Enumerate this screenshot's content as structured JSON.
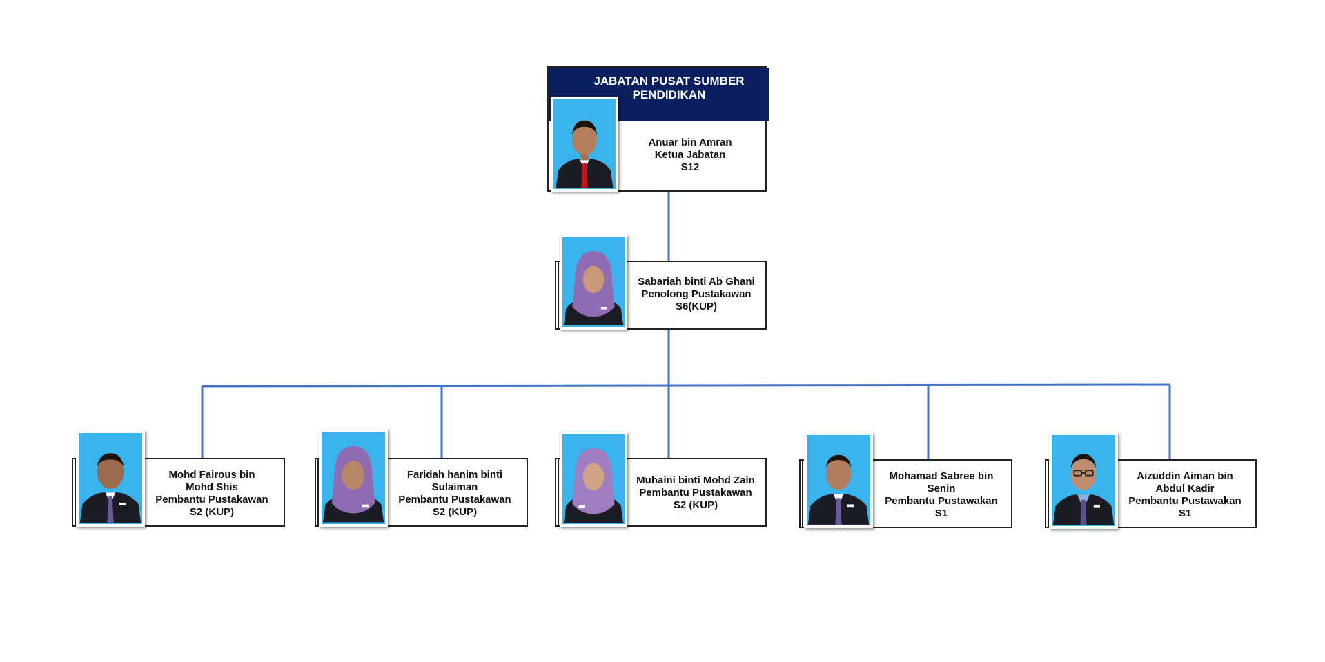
{
  "department": {
    "title_line1": "JABATAN PUSAT SUMBER",
    "title_line2": "PENDIDIKAN"
  },
  "head": {
    "name": "Anuar bin Amran",
    "role": "Ketua Jabatan",
    "grade": "S12",
    "photo_icon": "portrait-man-red-tie"
  },
  "deputy": {
    "name": "Sabariah binti Ab Ghani",
    "role": "Penolong Pustakawan",
    "grade": "S6(KUP)",
    "photo_icon": "portrait-woman-purple-hijab"
  },
  "staff": [
    {
      "name_line1": "Mohd Fairous bin",
      "name_line2": "Mohd Shis",
      "role": "Pembantu Pustakawan",
      "grade": "S2 (KUP)",
      "photo_icon": "portrait-man-striped-tie"
    },
    {
      "name_line1": "Faridah hanim binti",
      "name_line2": "Sulaiman",
      "role": "Pembantu Pustakawan",
      "grade": "S2 (KUP)",
      "photo_icon": "portrait-woman-purple-hijab"
    },
    {
      "name_line1": "Muhaini binti Mohd Zain",
      "name_line2": "",
      "role": "Pembantu Pustakawan",
      "grade": "S2 (KUP)",
      "photo_icon": "portrait-woman-purple-hijab"
    },
    {
      "name_line1": "Mohamad Sabree bin",
      "name_line2": "Senin",
      "role": "Pembantu Pustawakan",
      "grade": "S1",
      "photo_icon": "portrait-man-striped-tie"
    },
    {
      "name_line1": "Aizuddin Aiman bin",
      "name_line2": "Abdul Kadir",
      "role": "Pembantu Pustawakan",
      "grade": "S1",
      "photo_icon": "portrait-man-glasses"
    }
  ],
  "colors": {
    "header_bg": "#0b1f5e",
    "connector": "#4472c4",
    "photo_bg": "#3ab4ec",
    "suit": "#1c1c24",
    "hijab": "#8e6bb3"
  }
}
